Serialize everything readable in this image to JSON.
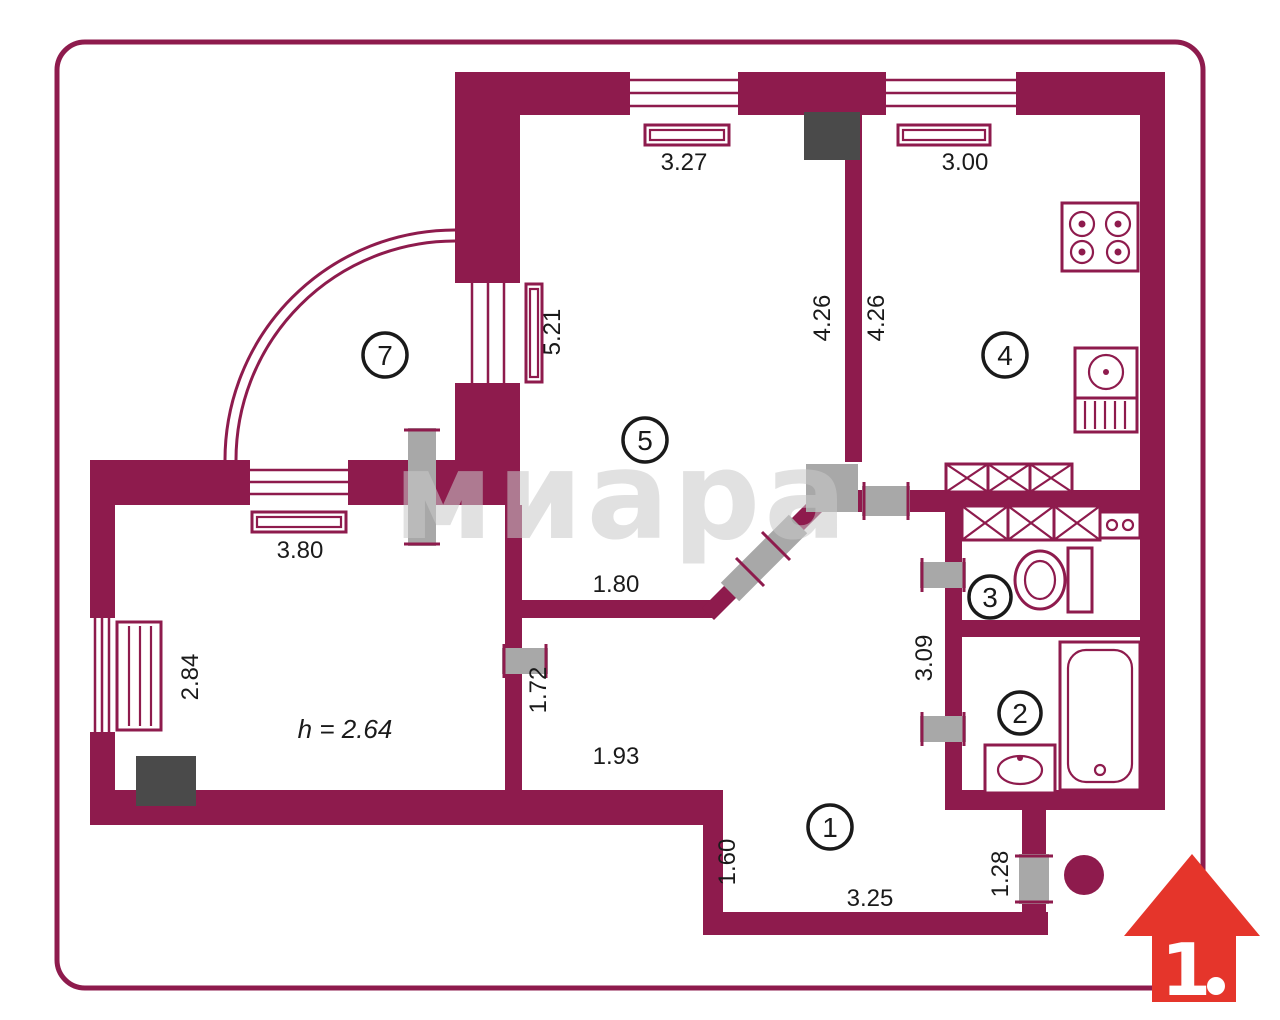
{
  "colors": {
    "wall": "#8E1B4D",
    "door": "#A8A8A8",
    "shaft": "#4A4A4A",
    "text": "#1A1A1A",
    "watermark": "#C9C9C9",
    "badge": "#E5352B"
  },
  "watermark_text": "миара",
  "rooms": {
    "r1": "1",
    "r2": "2",
    "r3": "3",
    "r4": "4",
    "r5": "5",
    "r7": "7"
  },
  "dimensions": {
    "top_left_window": "3.27",
    "top_right_window": "3.00",
    "room5_height": "5.21",
    "room5_right": "4.26",
    "room4_left": "4.26",
    "left_room_width": "3.80",
    "left_room_window": "2.84",
    "corridor_width": "1.80",
    "left_room_door": "1.72",
    "hall_width": "1.93",
    "hall_bottom_left": "1.60",
    "hall_bottom": "3.25",
    "bath_wall": "3.09",
    "entrance": "1.28",
    "ceiling_height": "h = 2.64"
  },
  "badge": {
    "number": "1"
  }
}
